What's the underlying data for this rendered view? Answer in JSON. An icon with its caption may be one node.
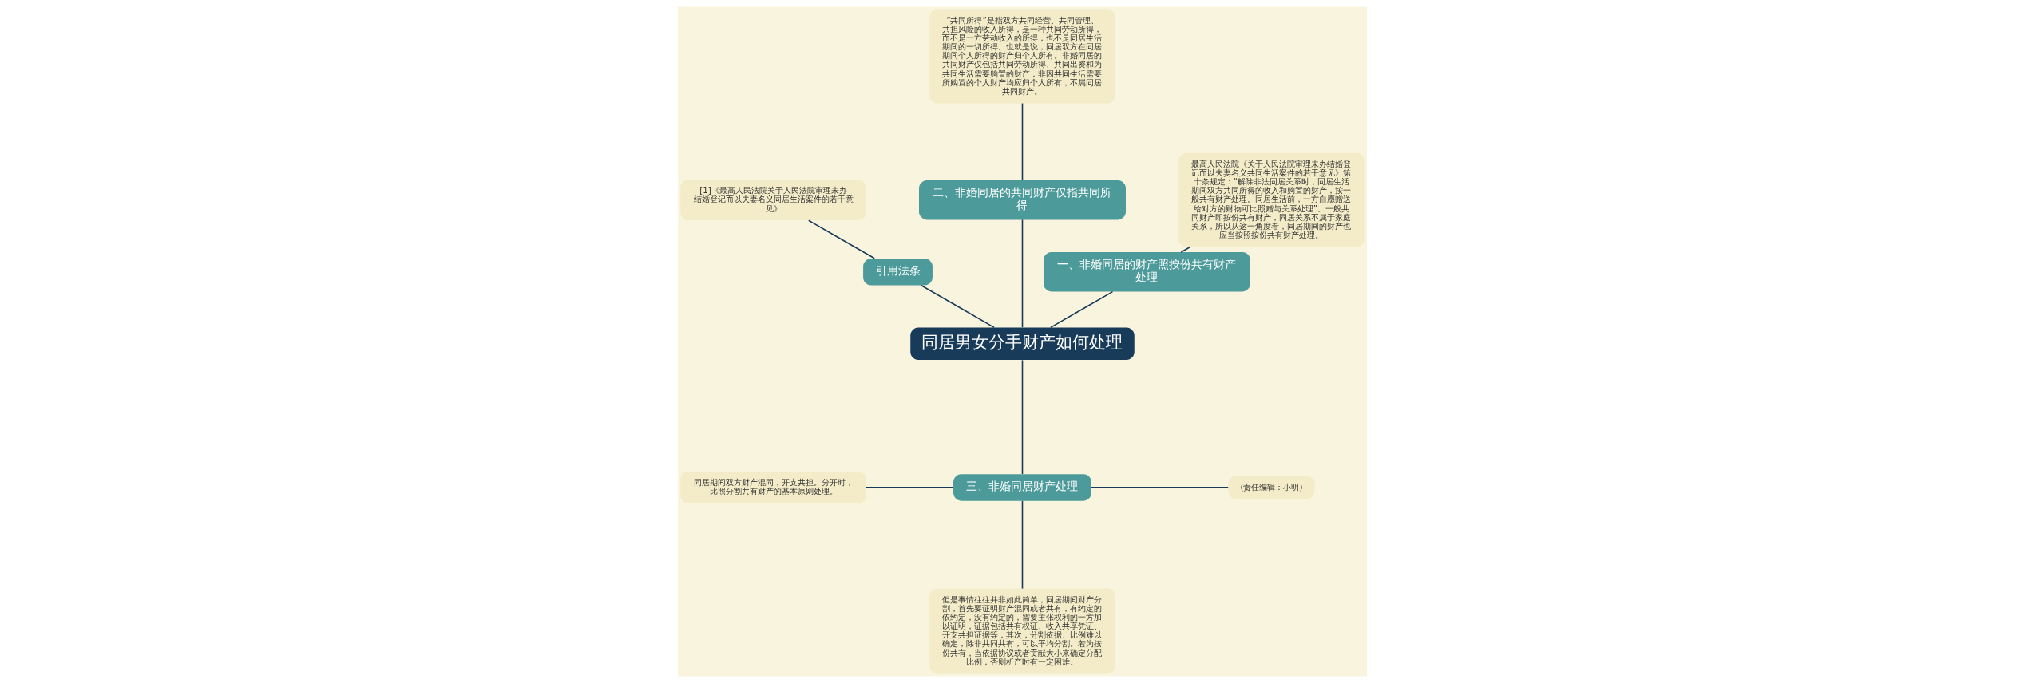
{
  "diagram": {
    "nodes": [
      {
        "text": [
          "同居男女分手财产如何处理"
        ]
      },
      {
        "text": [
          "一、非婚同居的财产照按份共有财产处理"
        ]
      },
      {
        "text": [
          "最高人民法院《关于人民法院审理未办结婚登记而以夫妻名义共同生活案件的若干意见》第十条规定：“解除非法同居关系时，同居生活期间双方共同所得的收入和购置的财产，按一般共有财产处理。同居生活前，一方自愿赠送给对方的财物可比照赠与关系处理”。一般共同财产即按份共有财产，同居关系不属于家庭关系，所以从这一角度看，同居期间的财产也应当按照按份共有财产处理。"
        ]
      },
      {
        "text": [
          "二、非婚同居的共同财产仅指共同所得"
        ]
      },
      {
        "text": [
          "“共同所得”是指双方共同经营、共同管理、共担风险的收入所得，是一种共同劳动所得，而不是一方劳动收入的所得，也不是同居生活期间的一切所得。也就是说，同居双方在同居期间个人所得的财产归个人所有。非婚同居的共同财产仅包括共同劳动所得、共同出资和为共同生活需要购置的财产，非因共同生活需要所购置的个人财产均应归个人所有，不属同居共同财产。"
        ]
      },
      {
        "text": [
          "引用法条"
        ]
      },
      {
        "text": [
          "[1]《最高人民法院关于人民法院审理未办结婚登记而以夫妻名义同居生活案件的若干意见》"
        ]
      },
      {
        "text": [
          "三、非婚同居财产处理"
        ]
      },
      {
        "text": [
          "同居期间双方财产混同，开支共担。分开时，比照分割共有财产的基本原则处理。"
        ]
      },
      {
        "text": [
          "但是事情往往并非如此简单，同居期间财产分割，首先要证明财产混同或者共有，有约定的依约定，没有约定的，需要主张权利的一方加以证明，证据包括共有权证、收入共享凭证、开支共担证据等；其次，分割依据、比例难以确定，除非共同共有，可以平均分割。若为按份共有，当依据协议或者贡献大小来确定分配比例，否则析产时有一定困难。"
        ]
      },
      {
        "text": [
          "(责任编辑：小明)"
        ]
      }
    ],
    "edges": [
      {
        "from": 0,
        "to": 1,
        "arrow": "none"
      },
      {
        "from": 1,
        "to": 2,
        "arrow": "none"
      },
      {
        "from": 0,
        "to": 3,
        "arrow": "none"
      },
      {
        "from": 3,
        "to": 4,
        "arrow": "none"
      },
      {
        "from": 0,
        "to": 5,
        "arrow": "none"
      },
      {
        "from": 5,
        "to": 6,
        "arrow": "none"
      },
      {
        "from": 0,
        "to": 7,
        "arrow": "none"
      },
      {
        "from": 7,
        "to": 8,
        "arrow": "none"
      },
      {
        "from": 7,
        "to": 9,
        "arrow": "none"
      },
      {
        "from": 7,
        "to": 10,
        "arrow": "none"
      }
    ]
  }
}
